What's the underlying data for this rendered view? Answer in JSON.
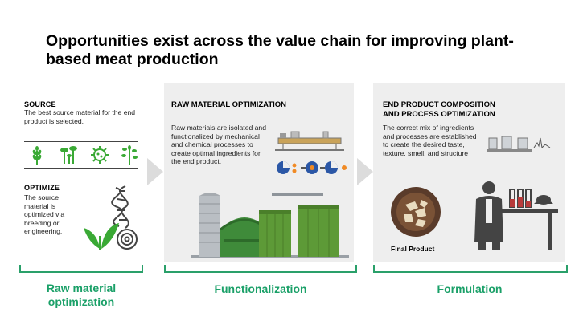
{
  "title": "Opportunities exist across the value chain for improving plant-based meat production",
  "source": {
    "heading": "SOURCE",
    "text": "The best source material for the end product is selected.",
    "icons": [
      "wheat-icon",
      "mushroom-icon",
      "microbe-icon",
      "algae-icon"
    ]
  },
  "optimize": {
    "heading": "OPTIMIZE",
    "text": "The source material is optimized via breeding or engineering.",
    "icons": [
      "dna-plant-icon"
    ]
  },
  "raw_material": {
    "heading": "RAW MATERIAL OPTIMIZATION",
    "text": "Raw materials are isolated and functionalized by mechanical and chemical processes to create optimal ingredients for the end product."
  },
  "end_product": {
    "heading_line1": "END PRODUCT COMPOSITION",
    "heading_line2": "AND PROCESS OPTIMIZATION",
    "text": "The correct mix of ingredients and processes are established to create the desired taste, texture, smell, and structure",
    "final_label": "Final Product"
  },
  "stages": {
    "stage1_line1": "Raw material",
    "stage1_line2": "optimization",
    "stage2": "Functionalization",
    "stage3": "Formulation"
  },
  "colors": {
    "accent_green": "#1aa068",
    "panel_gray": "#eeeeee",
    "icon_green": "#3aa935"
  }
}
